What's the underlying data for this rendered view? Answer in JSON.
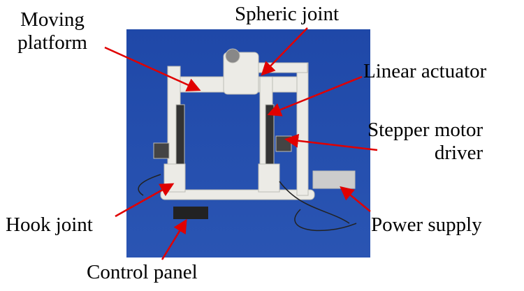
{
  "labels": {
    "moving_platform_l1": "Moving",
    "moving_platform_l2": "platform",
    "spheric_joint": "Spheric joint",
    "linear_actuator": "Linear actuator",
    "stepper_l1": "Stepper motor",
    "stepper_l2": "driver",
    "hook_joint": "Hook joint",
    "power_supply": "Power supply",
    "control_panel": "Control panel"
  },
  "colors": {
    "background": "#2a4fa8",
    "arrow": "#e00000",
    "frame": "#ecebe6"
  }
}
